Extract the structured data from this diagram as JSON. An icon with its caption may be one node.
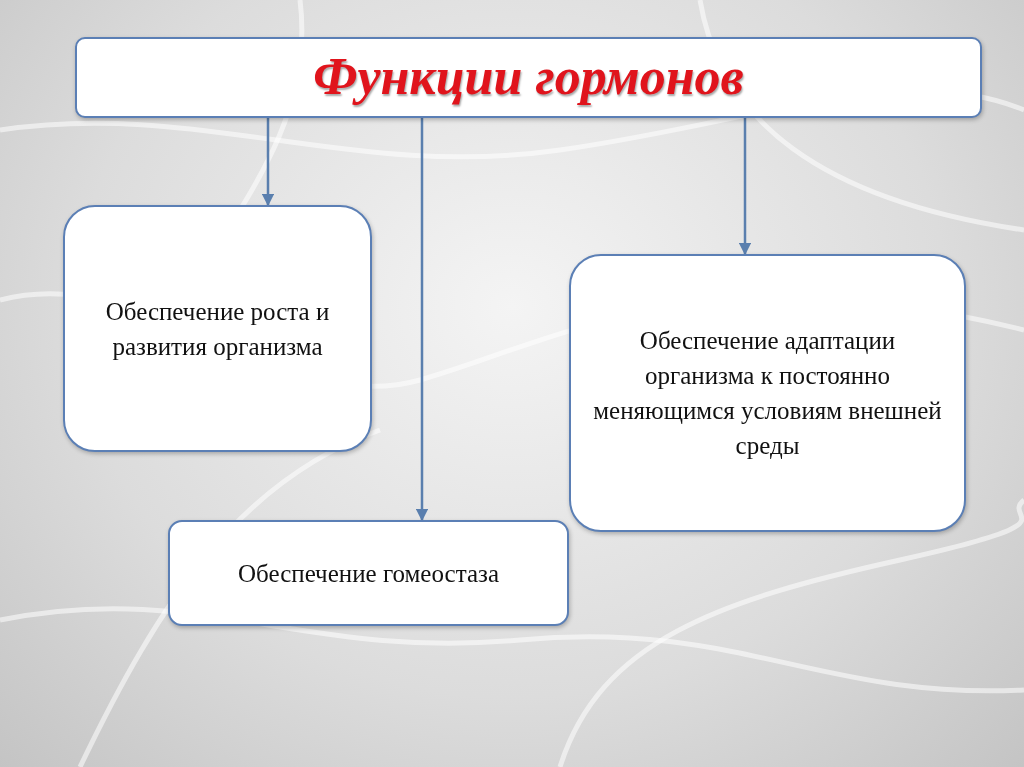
{
  "diagram": {
    "nodes": [
      {
        "text": [
          "Функции гормонов"
        ]
      },
      {
        "text": [
          "Обеспечение роста и развития организма"
        ]
      },
      {
        "text": [
          "Обеспечение адаптации организма к постоянно меняющимся условиям внешней среды"
        ]
      },
      {
        "text": [
          "Обеспечение гомеостаза"
        ]
      }
    ],
    "edges": [
      {
        "from": 0,
        "to": 1,
        "arrow": "to"
      },
      {
        "from": 0,
        "to": 3,
        "arrow": "to"
      },
      {
        "from": 0,
        "to": 2,
        "arrow": "to"
      }
    ]
  }
}
